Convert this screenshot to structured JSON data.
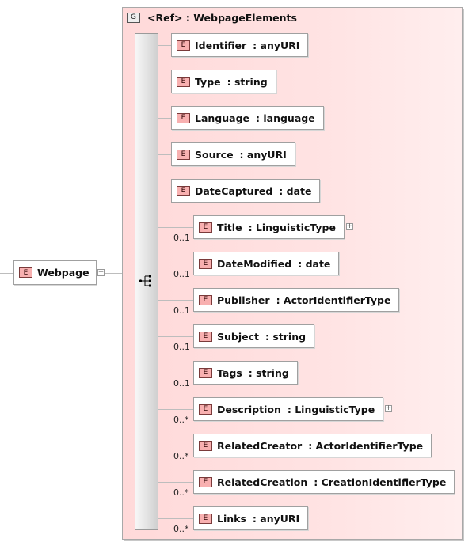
{
  "root": {
    "badge": "E",
    "name": "Webpage",
    "collapse_glyph": "−"
  },
  "group": {
    "badge": "G",
    "label": "<Ref> : WebpageElements"
  },
  "elements": [
    {
      "badge": "E",
      "name": "Identifier",
      "type": ": anyURI",
      "cardinality": ""
    },
    {
      "badge": "E",
      "name": "Type",
      "type": ": string",
      "cardinality": ""
    },
    {
      "badge": "E",
      "name": "Language",
      "type": ": language",
      "cardinality": ""
    },
    {
      "badge": "E",
      "name": "Source",
      "type": ": anyURI",
      "cardinality": ""
    },
    {
      "badge": "E",
      "name": "DateCaptured",
      "type": ": date",
      "cardinality": ""
    },
    {
      "badge": "E",
      "name": "Title",
      "type": ": LinguisticType",
      "cardinality": "0..1",
      "expandable": true
    },
    {
      "badge": "E",
      "name": "DateModified",
      "type": ": date",
      "cardinality": "0..1"
    },
    {
      "badge": "E",
      "name": "Publisher",
      "type": ": ActorIdentifierType",
      "cardinality": "0..1"
    },
    {
      "badge": "E",
      "name": "Subject",
      "type": ": string",
      "cardinality": "0..1"
    },
    {
      "badge": "E",
      "name": "Tags",
      "type": ": string",
      "cardinality": "0..1"
    },
    {
      "badge": "E",
      "name": "Description",
      "type": ": LinguisticType",
      "cardinality": "0..*",
      "expandable": true
    },
    {
      "badge": "E",
      "name": "RelatedCreator",
      "type": ": ActorIdentifierType",
      "cardinality": "0..*"
    },
    {
      "badge": "E",
      "name": "RelatedCreation",
      "type": ": CreationIdentifierType",
      "cardinality": "0..*"
    },
    {
      "badge": "E",
      "name": "Links",
      "type": ": anyURI",
      "cardinality": "0..*"
    }
  ],
  "expand_glyph": "+"
}
